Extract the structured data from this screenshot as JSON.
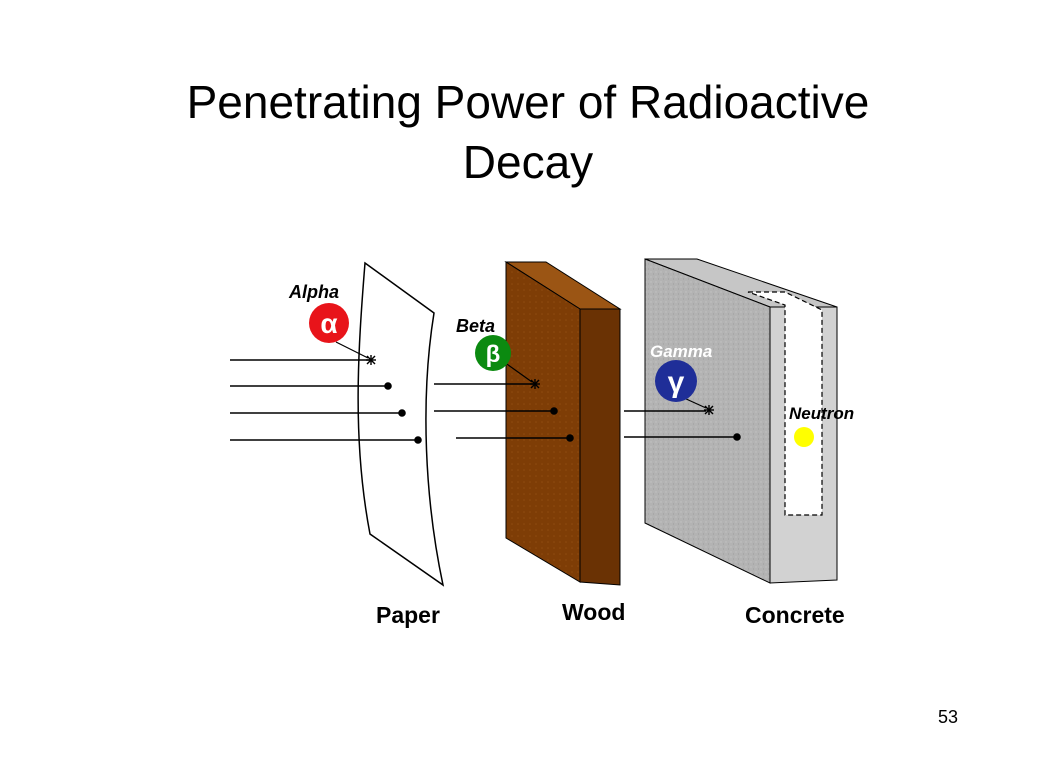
{
  "slide": {
    "title_line1": "Penetrating Power of Radioactive",
    "title_line2": "Decay",
    "page_number": "53"
  },
  "diagram": {
    "barriers": [
      {
        "label": "Paper",
        "color": "#ffffff"
      },
      {
        "label": "Wood",
        "color": "#7a3a05"
      },
      {
        "label": "Concrete",
        "color": "#a9a9a9"
      }
    ],
    "particles": [
      {
        "name": "Alpha",
        "symbol": "α",
        "color": "#e8141a",
        "icon": "alpha-particle-icon"
      },
      {
        "name": "Beta",
        "symbol": "β",
        "color": "#0b8a10",
        "icon": "beta-particle-icon"
      },
      {
        "name": "Gamma",
        "symbol": "γ",
        "color": "#1f2e98",
        "icon": "gamma-particle-icon"
      },
      {
        "name": "Neutron",
        "symbol": "",
        "color": "#ffff00",
        "icon": "neutron-particle-icon"
      }
    ]
  }
}
